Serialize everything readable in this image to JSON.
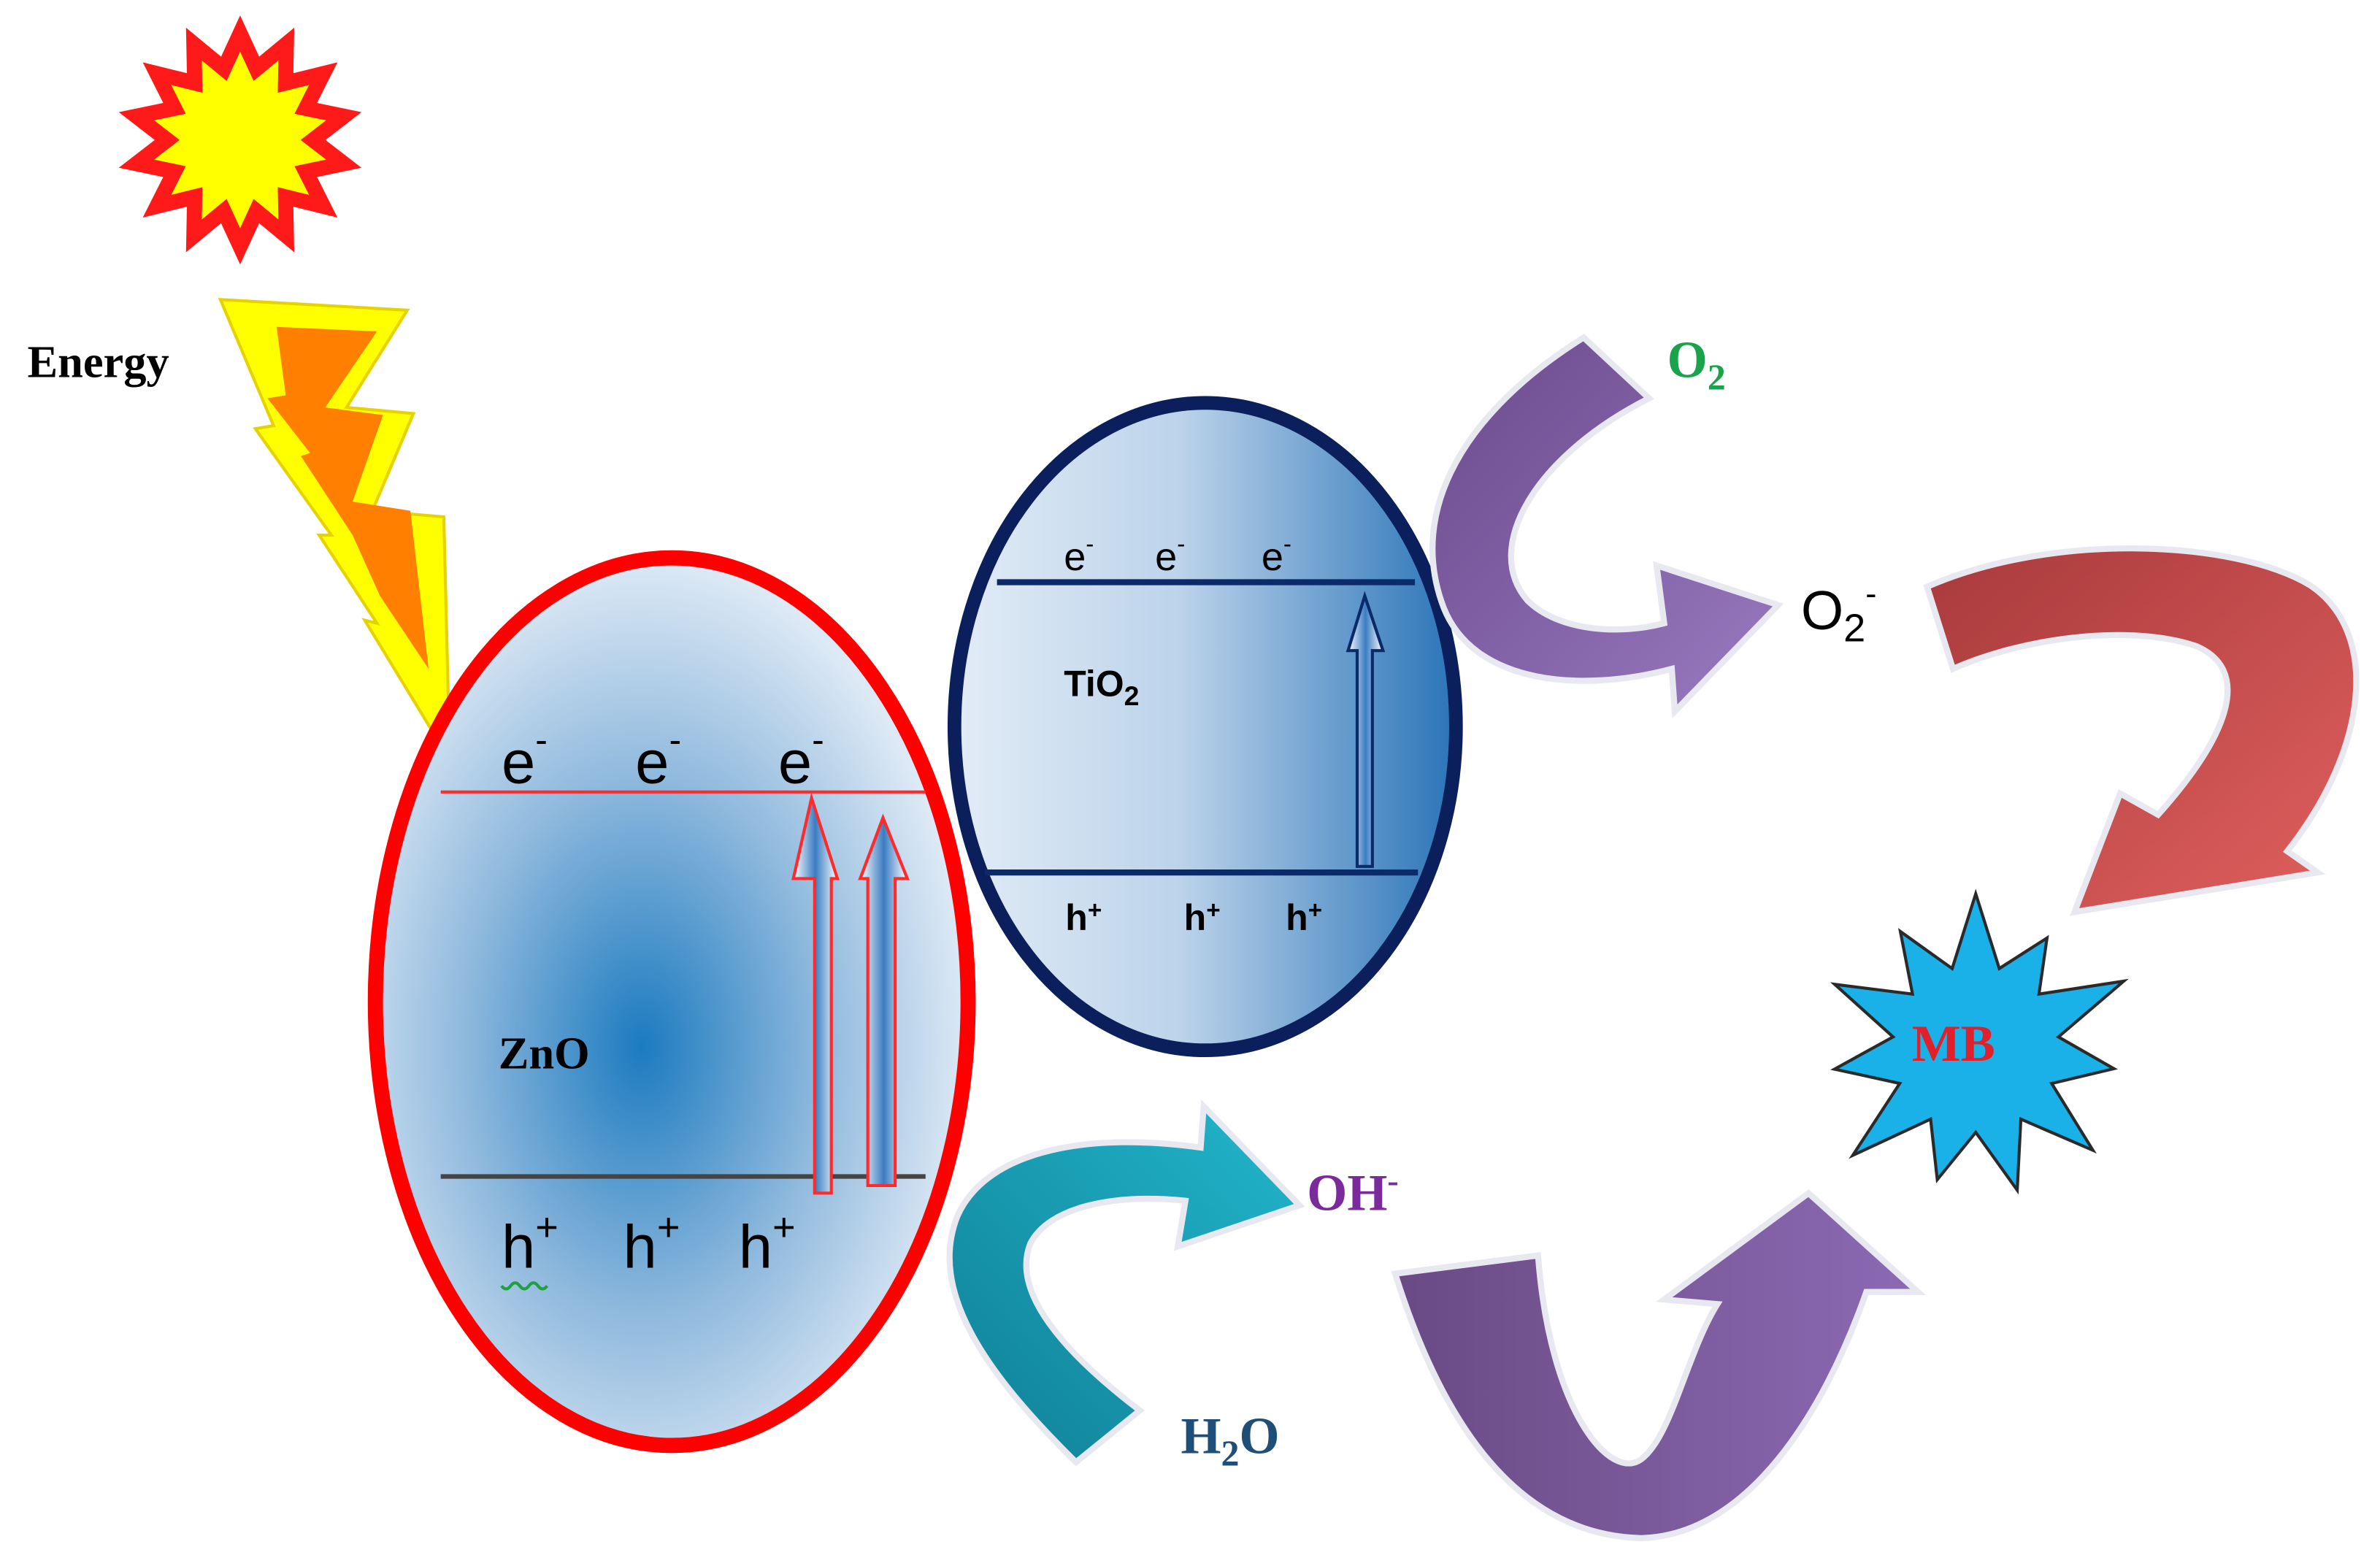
{
  "energy": {
    "label": "Energy",
    "sun_color": "#ffff00",
    "sun_border_color": "#ff1a1a",
    "bolt_color": "#ff7f00",
    "bolt_border_color": "#ffff00"
  },
  "zno": {
    "label": "ZnO",
    "border_color": "#ff0000",
    "electrons": [
      "e",
      "e",
      "e"
    ],
    "electron_charge": "-",
    "holes": [
      "h",
      "h",
      "h"
    ],
    "hole_charge": "+"
  },
  "tio2": {
    "label_main": "TiO",
    "label_sub": "2",
    "border_color": "#0a1f5c",
    "electrons": [
      "e",
      "e",
      "e"
    ],
    "electron_charge": "-",
    "holes": [
      "h",
      "h",
      "h"
    ],
    "hole_charge": "+"
  },
  "species": {
    "o2": {
      "main": "O",
      "sub": "2",
      "color": "#1aa34a"
    },
    "o2_radical": {
      "main": "O",
      "sub": "2",
      "sup": "-",
      "color": "#000000"
    },
    "oh": {
      "main": "OH",
      "sup": "-",
      "color": "#7a2a9a"
    },
    "h2o": {
      "main1": "H",
      "sub": "2",
      "main2": "O",
      "color": "#1f4e79"
    },
    "mb": {
      "label": "MB",
      "color": "#e0202a",
      "burst_color": "#1ab0e8"
    }
  },
  "arrow_colors": {
    "purple": "#7b5a9e",
    "teal": "#1b98b0",
    "red": "#c8484a"
  }
}
